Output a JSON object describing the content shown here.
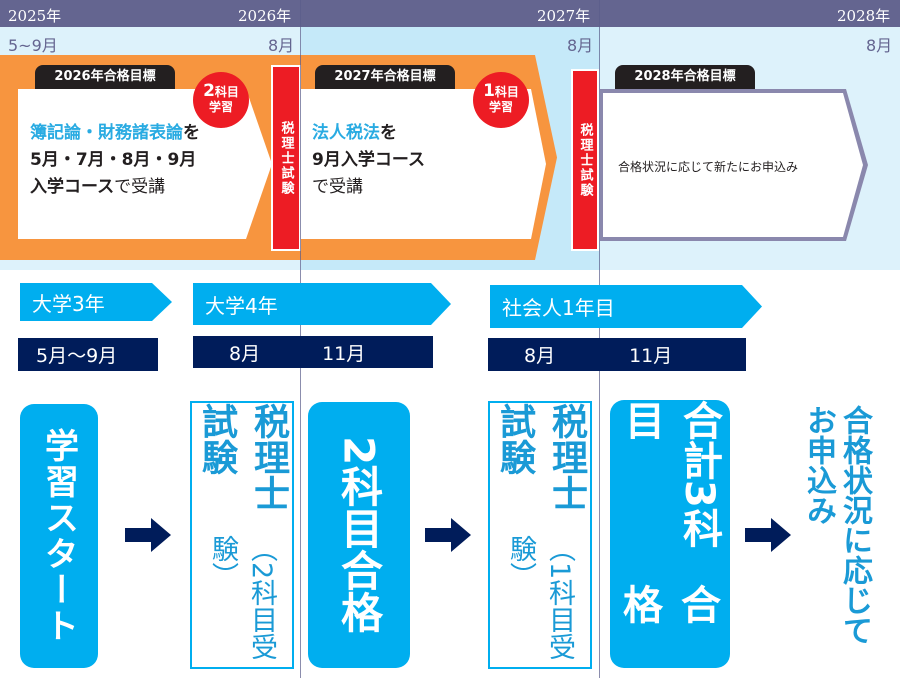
{
  "timeline": {
    "years": [
      "2025年",
      "2026年",
      "2027年",
      "2028年"
    ],
    "months": [
      "5~9月",
      "8月",
      "8月",
      "8月"
    ]
  },
  "stages": [
    {
      "tag": "2026年合格目標",
      "badge_num": "2",
      "badge_top": "科目",
      "badge_bottom": "学習",
      "line1_highlight": "簿記論・財務諸表論",
      "line1_rest": "を",
      "line2": "5月・7月・8月・9月",
      "line3_bold": "入学コース",
      "line3_rest": "で受講"
    },
    {
      "tag": "2027年合格目標",
      "badge_num": "1",
      "badge_top": "科目",
      "badge_bottom": "学習",
      "line1_highlight": "法人税法",
      "line1_rest": "を",
      "line2": "9月入学コース",
      "line3_rest": "で受講"
    },
    {
      "tag": "2028年合格目標",
      "text": "合格状況に応じて新たにお申込み"
    }
  ],
  "exam_label": "税理士試験",
  "grades": [
    {
      "label": "大学3年",
      "months": [
        "5月〜9月"
      ]
    },
    {
      "label": "大学4年",
      "months": [
        "8月",
        "11月"
      ]
    },
    {
      "label": "社会人1年目",
      "months": [
        "8月",
        "11月"
      ]
    }
  ],
  "flow": {
    "start": "学習スタート",
    "exam1_title": "税理士試験",
    "exam1_sub": "（2科目受験）",
    "pass1": "2科目合格",
    "exam2_title": "税理士試験",
    "exam2_sub": "（1科目受験）",
    "pass2_a": "合計3科目",
    "pass2_b": "合格",
    "final_a": "合格状況に応じて",
    "final_b": "お申込み"
  },
  "colors": {
    "header": "#646590",
    "orange": "#f7953f",
    "red": "#ed1c24",
    "cyan": "#00aeef",
    "navy": "#001c5a"
  }
}
